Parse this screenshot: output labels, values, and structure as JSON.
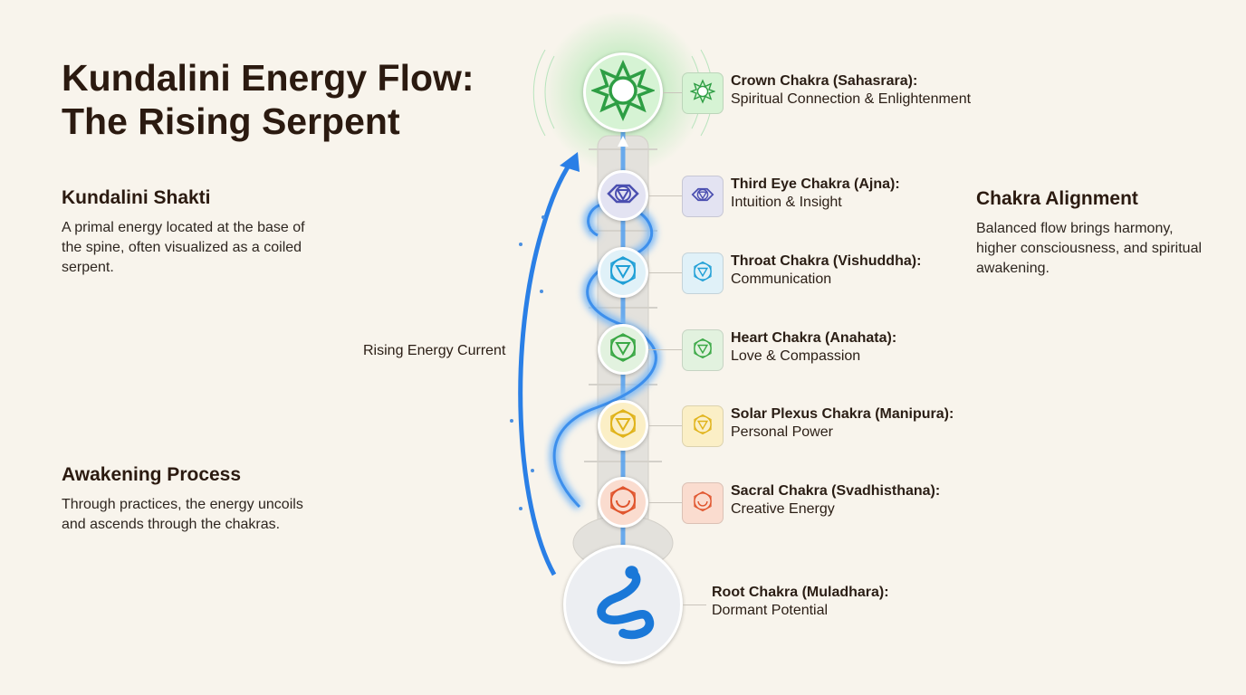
{
  "title_line1": "Kundalini Energy Flow:",
  "title_line2": "The Rising Serpent",
  "sections": {
    "shakti": {
      "title": "Kundalini Shakti",
      "body": "A primal energy located at the base of the spine, often visualized as a coiled serpent."
    },
    "awakening": {
      "title": "Awakening Process",
      "body": "Through practices, the energy uncoils and ascends through the chakras."
    },
    "alignment": {
      "title": "Chakra Alignment",
      "body": "Balanced flow brings harmony, higher consciousness, and spiritual awakening."
    }
  },
  "rising_label": "Rising Energy Current",
  "chakras": [
    {
      "name": "Crown Chakra (Sahasrara):",
      "desc": "Spiritual Connection & Enlightenment",
      "color": "#2e9e44",
      "fill": "#d6f3d4",
      "icon": "lotus-icon"
    },
    {
      "name": "Third Eye Chakra (Ajna):",
      "desc": "Intuition & Insight",
      "color": "#4b4fb0",
      "fill": "#e3e3f2",
      "icon": "third-eye-icon"
    },
    {
      "name": "Throat Chakra (Vishuddha):",
      "desc": "Communication",
      "color": "#1f9fd6",
      "fill": "#e0f1f8",
      "icon": "throat-icon"
    },
    {
      "name": "Heart Chakra (Anahata):",
      "desc": "Love & Compassion",
      "color": "#3aa845",
      "fill": "#e2f2df",
      "icon": "heart-chakra-icon"
    },
    {
      "name": "Solar Plexus Chakra (Manipura):",
      "desc": "Personal Power",
      "color": "#e0b31a",
      "fill": "#fbefc6",
      "icon": "solar-plexus-icon"
    },
    {
      "name": "Sacral Chakra (Svadhisthana):",
      "desc": "Creative Energy",
      "color": "#e0552d",
      "fill": "#fadccf",
      "icon": "sacral-icon"
    },
    {
      "name": "Root Chakra (Muladhara):",
      "desc": "Dormant Potential",
      "color": "#1a78d8",
      "fill": "#eceef2",
      "icon": "serpent-icon"
    }
  ]
}
